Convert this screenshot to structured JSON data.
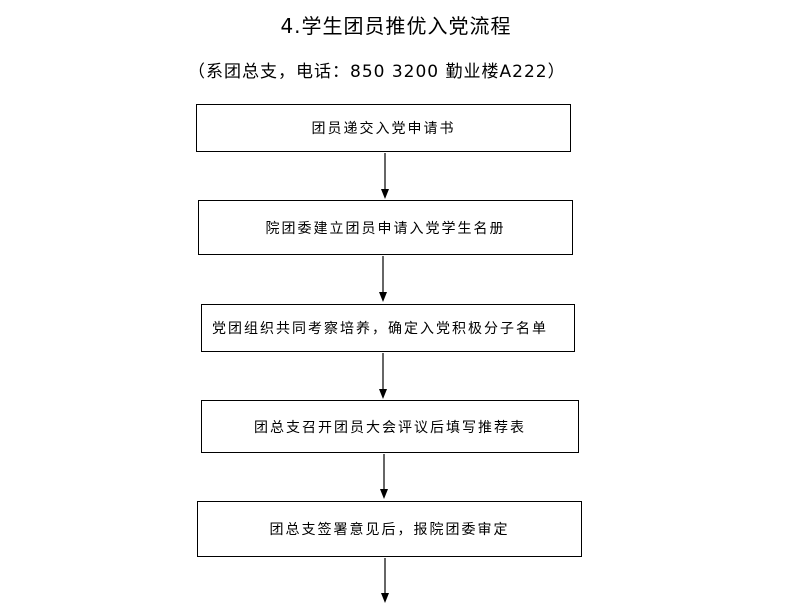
{
  "title": "4.学生团员推优入党流程",
  "subtitle": "（系团总支，电话：850 3200 勤业楼A222）",
  "steps": [
    "团员递交入党申请书",
    "院团委建立团员申请入党学生名册",
    "党团组织共同考察培养，确定入党积极分子名单",
    "团总支召开团员大会评议后填写推荐表",
    "团总支签署意见后，报院团委审定"
  ]
}
